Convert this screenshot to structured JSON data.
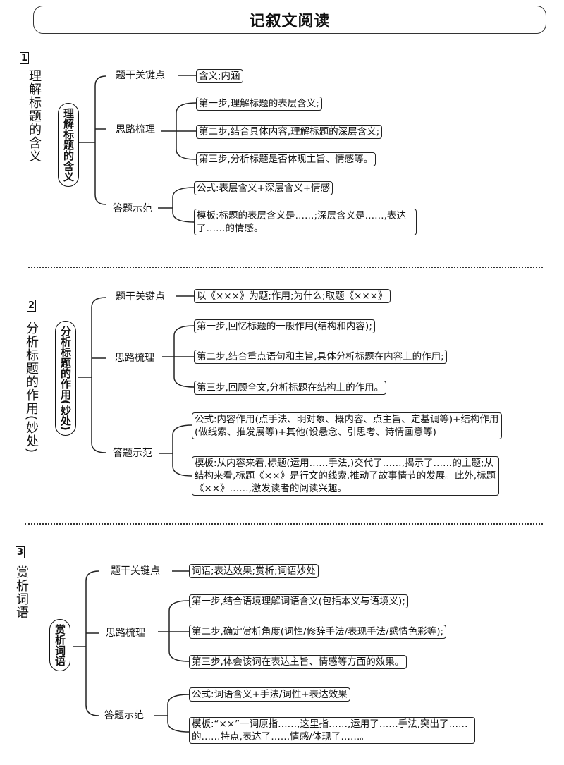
{
  "title": "记叙文阅读",
  "sections": [
    {
      "number": "1",
      "side_label": "理解标题的含义",
      "pill": "理解标题的含义",
      "key_label": "题干关键点",
      "key_points": "含义;内涵",
      "thinking_label": "思路梳理",
      "steps": [
        "第一步,理解标题的表层含义;",
        "第二步,结合具体内容,理解标题的深层含义;",
        "第三步,分析标题是否体现主旨、情感等。"
      ],
      "answer_label": "答题示范",
      "formula": "公式:表层含义+深层含义+情感",
      "template": "模板:标题的表层含义是……;深层含义是……,表达了……的情感。"
    },
    {
      "number": "2",
      "side_label": "分析标题的作用(妙处)",
      "pill": "分析标题的作用(妙处)",
      "key_label": "题干关键点",
      "key_points": "以《×××》为题;作用;为什么;取题《×××》",
      "thinking_label": "思路梳理",
      "steps": [
        "第一步,回忆标题的一般作用(结构和内容);",
        "第二步,结合重点语句和主旨,具体分析标题在内容上的作用;",
        "第三步,回顾全文,分析标题在结构上的作用。"
      ],
      "answer_label": "答题示范",
      "formula": "公式:内容作用(点手法、明对象、概内容、点主旨、定基调等)+结构作用(做线索、推发展等)+其他(设悬念、引思考、诗情画意等)",
      "template": "模板:从内容来看,标题(运用……手法,)交代了……,揭示了……的主题;从结构来看,标题《××》是行文的线索,推动了故事情节的发展。此外,标题《××》……,激发读者的阅读兴趣。"
    },
    {
      "number": "3",
      "side_label": "赏析词语",
      "pill": "赏析词语",
      "key_label": "题干关键点",
      "key_points": "词语;表达效果;赏析;词语妙处",
      "thinking_label": "思路梳理",
      "steps": [
        "第一步,结合语境理解词语含义(包括本义与语境义);",
        "第二步,确定赏析角度(词性/修辞手法/表现手法/感情色彩等);",
        "第三步,体会该词在表达主旨、情感等方面的效果。"
      ],
      "answer_label": "答题示范",
      "formula": "公式:词语含义+手法/词性+表达效果",
      "template": "模板:“××”一词原指……,这里指……,运用了……手法,突出了……的……特点,表达了……情感/体现了……。"
    }
  ]
}
